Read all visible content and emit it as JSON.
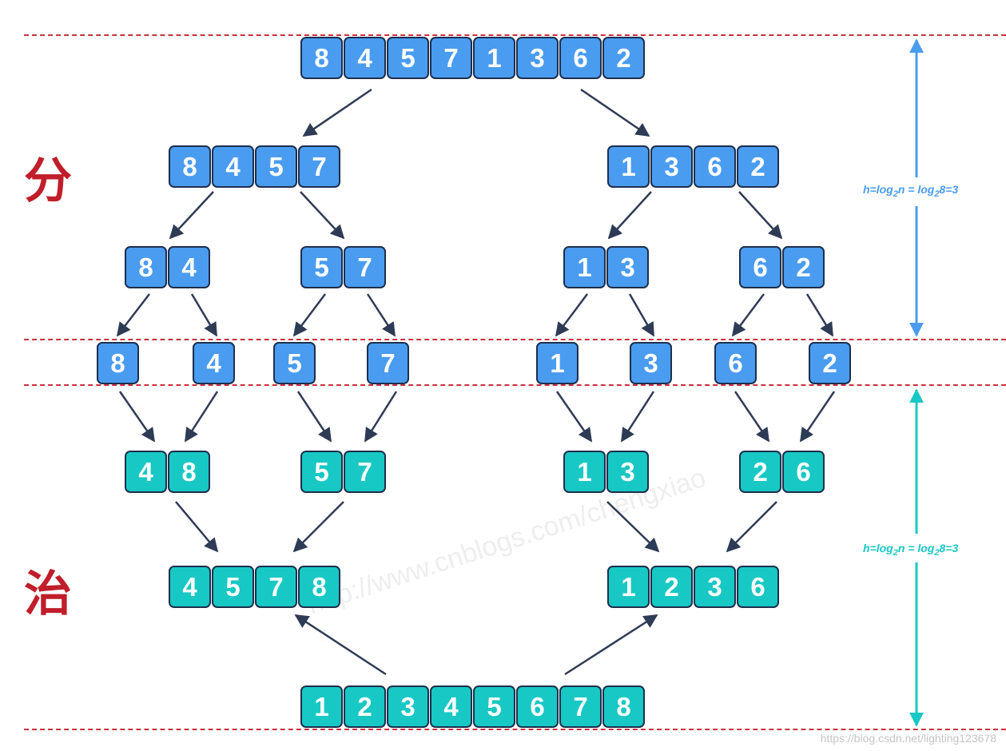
{
  "labels": {
    "divide": "分",
    "conquer": "治",
    "height_prefix": "h=log",
    "height_base": "2",
    "height_middle": "n = log",
    "height_suffix": "8=3"
  },
  "divide": {
    "level0": [
      "8",
      "4",
      "5",
      "7",
      "1",
      "3",
      "6",
      "2"
    ],
    "level1_left": [
      "8",
      "4",
      "5",
      "7"
    ],
    "level1_right": [
      "1",
      "3",
      "6",
      "2"
    ],
    "level2": [
      [
        "8",
        "4"
      ],
      [
        "5",
        "7"
      ],
      [
        "1",
        "3"
      ],
      [
        "6",
        "2"
      ]
    ],
    "level3": [
      "8",
      "4",
      "5",
      "7",
      "1",
      "3",
      "6",
      "2"
    ]
  },
  "conquer": {
    "level1": [
      [
        "4",
        "8"
      ],
      [
        "5",
        "7"
      ],
      [
        "1",
        "3"
      ],
      [
        "2",
        "6"
      ]
    ],
    "level2_left": [
      "4",
      "5",
      "7",
      "8"
    ],
    "level2_right": [
      "1",
      "2",
      "3",
      "6"
    ],
    "final": [
      "1",
      "2",
      "3",
      "4",
      "5",
      "6",
      "7",
      "8"
    ]
  },
  "watermark": "http://www.cnblogs.com/chengxiao",
  "credit": "https://blog.csdn.net/lighting123678",
  "colors": {
    "divide_cell": "#4a9cf0",
    "conquer_cell": "#18c8c4",
    "cell_border": "#1d2f4d",
    "guide_line": "#c8323c",
    "label_red": "#c01e2a",
    "arrow": "#2e3b55"
  }
}
